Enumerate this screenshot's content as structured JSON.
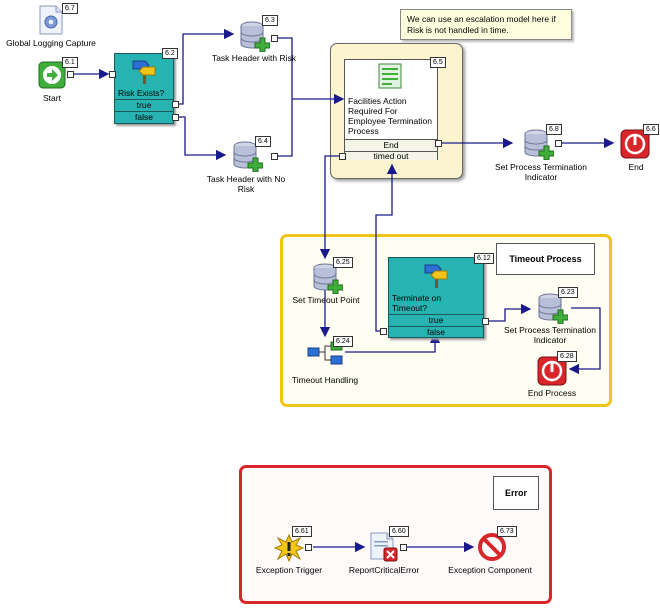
{
  "note": {
    "text": "We can use an escalation model here if Risk is not handled in time."
  },
  "groups": {
    "timeout_title": "Timeout Process",
    "error_title": "Error"
  },
  "nodes": {
    "global_logging": {
      "label": "Global Logging Capture",
      "badge": "6.7"
    },
    "start": {
      "label": "Start",
      "badge": "6.1"
    },
    "risk_exists": {
      "label": "Risk Exists?",
      "badge": "6.2",
      "branch_true": "true",
      "branch_false": "false"
    },
    "task_header_risk": {
      "label": "Task Header with Risk",
      "badge": "6.3"
    },
    "task_header_no_risk": {
      "label": "Task Header with No Risk",
      "badge": "6.4"
    },
    "facilities_action": {
      "label": "Facilities Action Required For Employee Termination Process",
      "badge": "6.5",
      "row_end": "End",
      "row_timed_out": "timed out"
    },
    "set_process_term": {
      "label": "Set Process Termination Indicator",
      "badge": "6.8"
    },
    "end": {
      "label": "End",
      "badge": "6.6"
    },
    "set_timeout_point": {
      "label": "Set Timeout Point",
      "badge": "6.25"
    },
    "timeout_handling": {
      "label": "Timeout Handling",
      "badge": "6.24"
    },
    "terminate_on_timeout": {
      "label": "Terminate on Timeout?",
      "badge": "6.12",
      "branch_true": "true",
      "branch_false": "false"
    },
    "set_process_term_2": {
      "label": "Set Process Termination Indicator",
      "badge": "6.23"
    },
    "end_process": {
      "label": "End Process",
      "badge": "6.28"
    },
    "exception_trigger": {
      "label": "Exception Trigger",
      "badge": "6.61"
    },
    "report_critical_error": {
      "label": "ReportCriticalError",
      "badge": "6.60"
    },
    "exception_component": {
      "label": "Exception Component",
      "badge": "6.73"
    }
  },
  "colors": {
    "wire": "#1a1a8c",
    "decision": "#27b3b2",
    "task_group_fill": "#fbf4cf",
    "timeout_group_border": "#f0c419",
    "error_group_border": "#d9262b",
    "end_red": "#d8262b",
    "start_green": "#3fae3a"
  }
}
